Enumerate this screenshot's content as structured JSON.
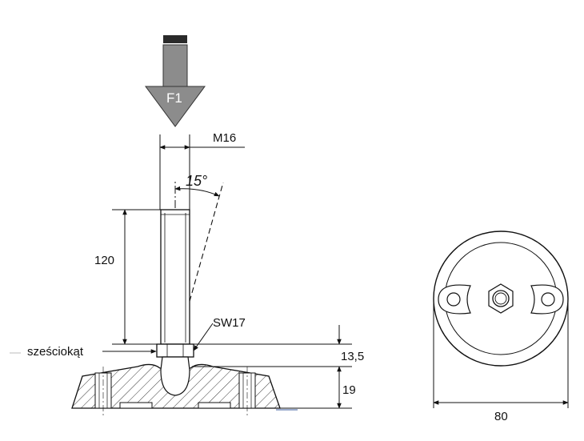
{
  "labels": {
    "force": "F1",
    "thread": "M16",
    "angle": "15°",
    "height": "120",
    "wrench": "SW17",
    "hexnut": "sześciokąt",
    "nut_height": "13,5",
    "base_height": "19",
    "diameter": "80"
  },
  "colors": {
    "line": "#111111",
    "arrow_fill": "#8c8c8c",
    "arrow_stroke": "#333333",
    "background": "#ffffff"
  }
}
